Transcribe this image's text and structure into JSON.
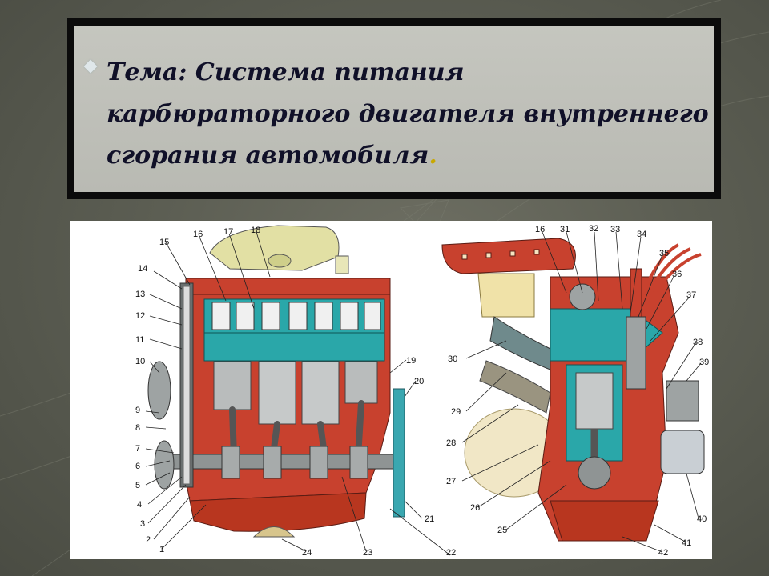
{
  "slide": {
    "title_line1": "Тема: Система питания",
    "title_line2": "карбюраторного двигателя внутреннего",
    "title_line3": "сгорания автомобиля",
    "title_dot": "."
  },
  "figure": {
    "left_callouts": [
      "15",
      "16",
      "17",
      "18",
      "14",
      "13",
      "12",
      "11",
      "10",
      "9",
      "8",
      "7",
      "6",
      "5",
      "4",
      "3",
      "2",
      "1",
      "24",
      "23",
      "22",
      "21",
      "20",
      "19"
    ],
    "right_callouts": [
      "16",
      "31",
      "32",
      "33",
      "34",
      "35",
      "36",
      "37",
      "30",
      "29",
      "28",
      "27",
      "26",
      "25",
      "38",
      "39",
      "40",
      "41",
      "42"
    ]
  },
  "colors": {
    "block_red": "#c8412e",
    "coolant_teal": "#2aa7a9",
    "piston_grey": "#b9bcbc",
    "crank_grey": "#8f9494",
    "filter_cream": "#f0e2a8"
  }
}
